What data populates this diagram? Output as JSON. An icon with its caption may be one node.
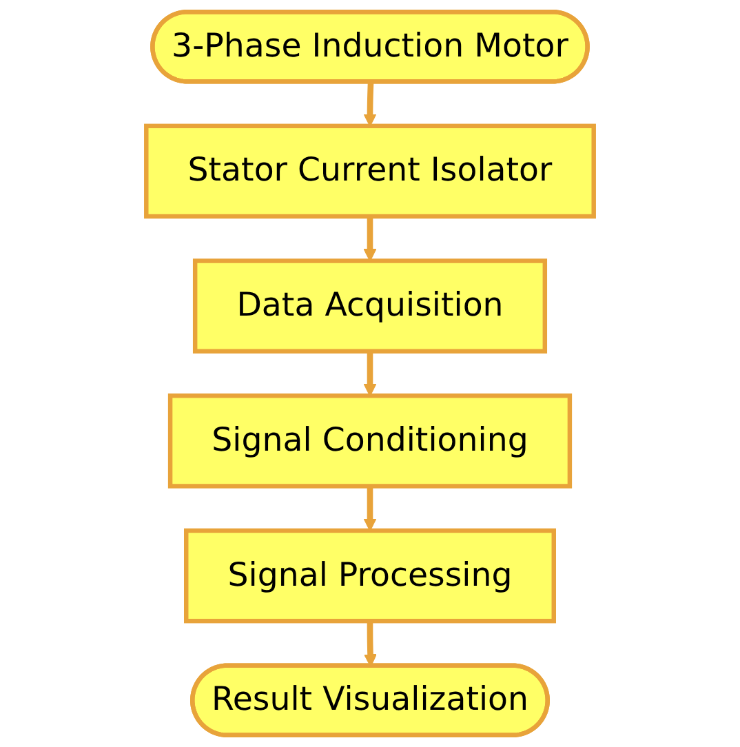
{
  "diagram": {
    "nodes": [
      {
        "text": [
          "3-Phase Induction Motor"
        ]
      },
      {
        "text": [
          "Stator Current Isolator"
        ]
      },
      {
        "text": [
          "Data Acquisition"
        ]
      },
      {
        "text": [
          "Signal Conditioning"
        ]
      },
      {
        "text": [
          "Signal Processing"
        ]
      },
      {
        "text": [
          "Result Visualization"
        ]
      }
    ],
    "edges": [
      {
        "from": 0,
        "to": 1,
        "arrow": "to"
      },
      {
        "from": 1,
        "to": 2,
        "arrow": "to"
      },
      {
        "from": 2,
        "to": 3,
        "arrow": "to"
      },
      {
        "from": 3,
        "to": 4,
        "arrow": "to"
      },
      {
        "from": 4,
        "to": 5,
        "arrow": "to"
      }
    ]
  }
}
